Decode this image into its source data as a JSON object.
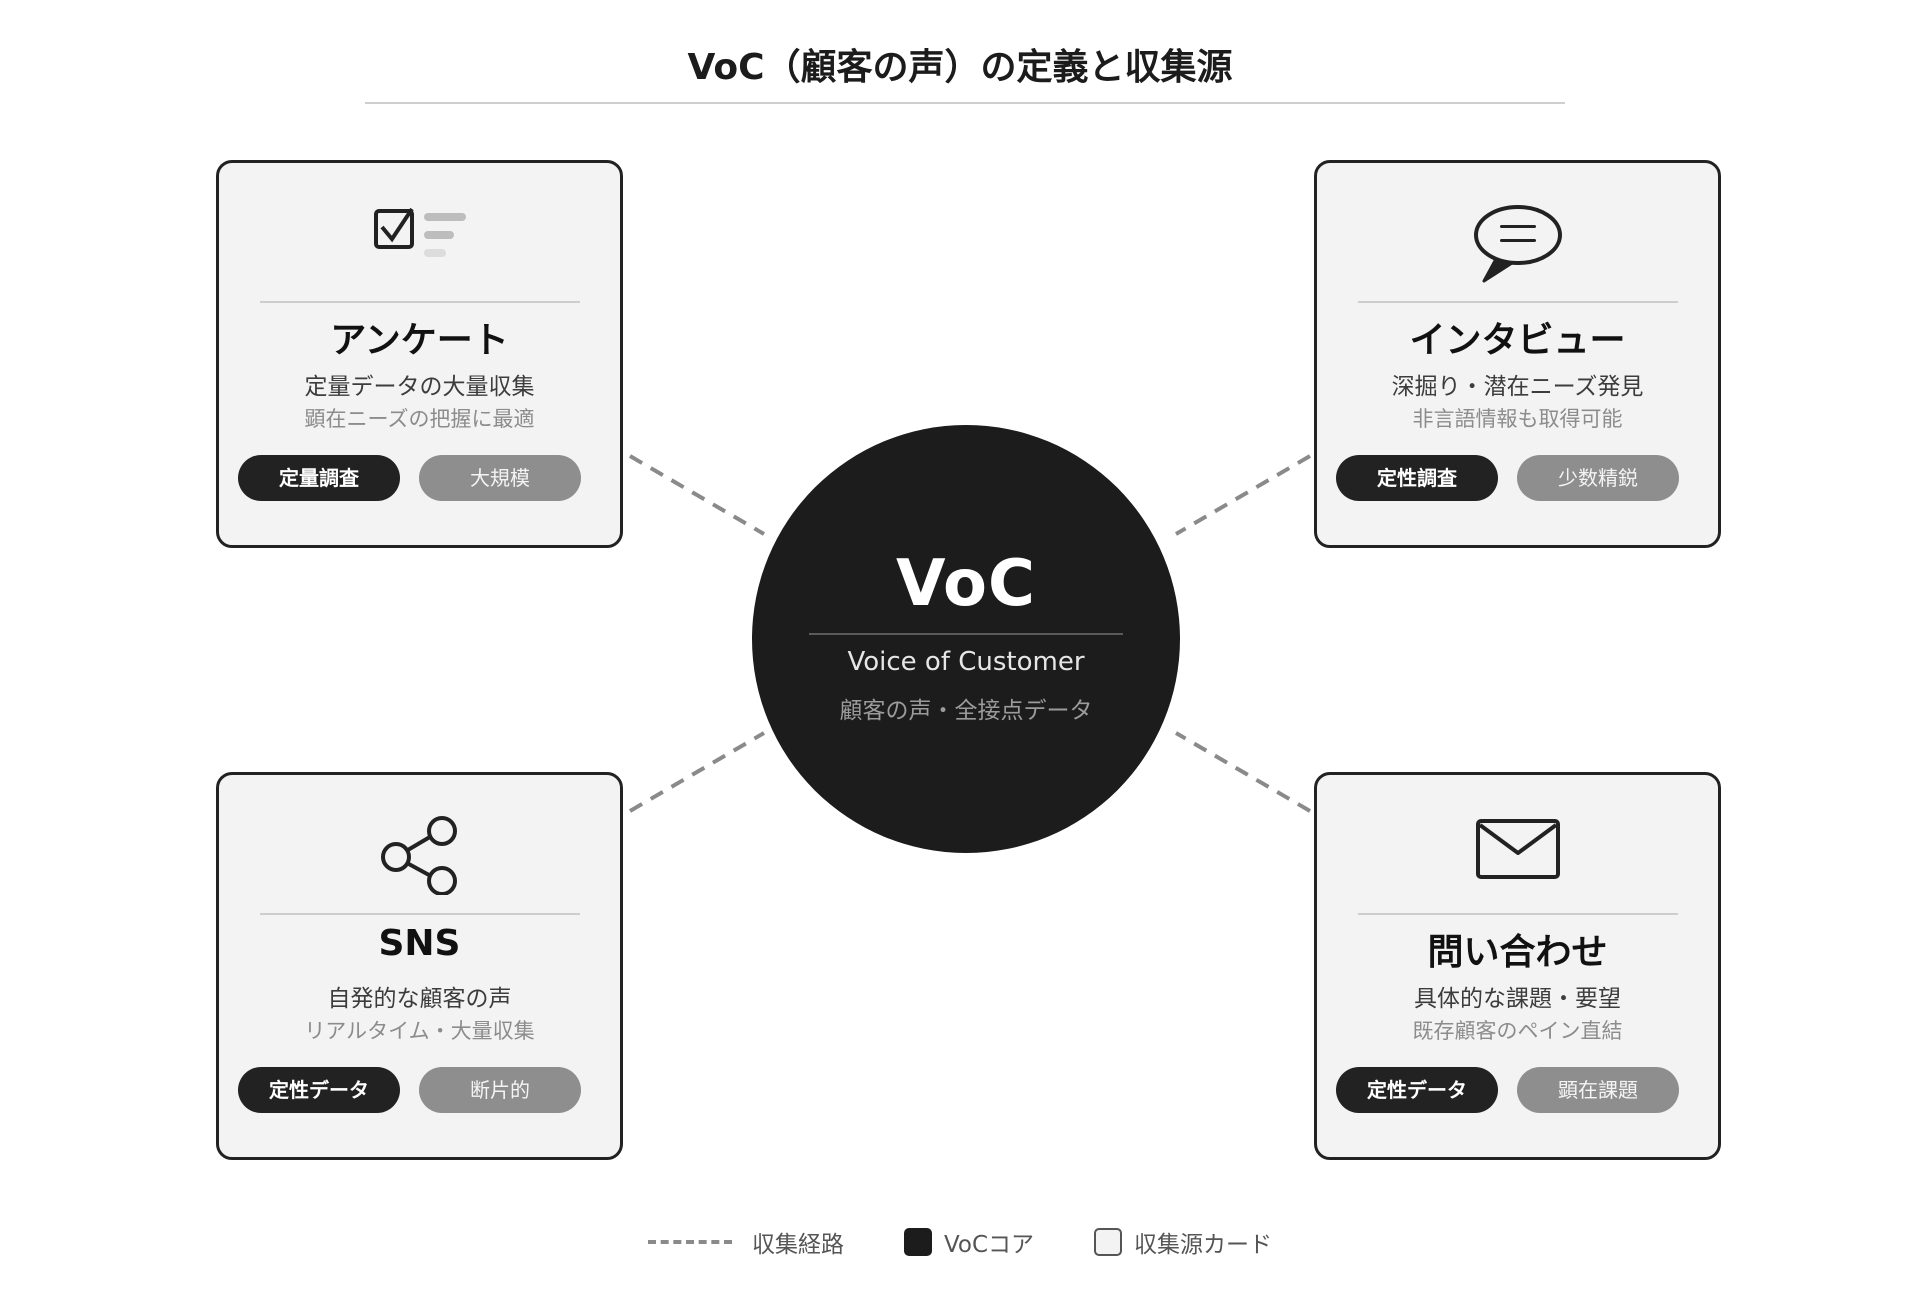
{
  "title": "VoC（顧客の声）の定義と収集源",
  "core": {
    "title": "VoC",
    "subtitle": "Voice of Customer",
    "caption": "顧客の声・全接点データ"
  },
  "cards": [
    {
      "icon": "survey-checklist-icon",
      "name": "アンケート",
      "desc1": "定量データの大量収集",
      "desc2": "顕在ニーズの把握に最適",
      "tag1": "定量調査",
      "tag2": "大規模"
    },
    {
      "icon": "speech-bubble-icon",
      "name": "インタビュー",
      "desc1": "深掘り・潜在ニーズ発見",
      "desc2": "非言語情報も取得可能",
      "tag1": "定性調査",
      "tag2": "少数精鋭"
    },
    {
      "icon": "share-icon",
      "name": "SNS",
      "desc1": "自発的な顧客の声",
      "desc2": "リアルタイム・大量収集",
      "tag1": "定性データ",
      "tag2": "断片的"
    },
    {
      "icon": "envelope-icon",
      "name": "問い合わせ",
      "desc1": "具体的な課題・要望",
      "desc2": "既存顧客のペイン直結",
      "tag1": "定性データ",
      "tag2": "顕在課題"
    }
  ],
  "legend": {
    "path": "収集経路",
    "core": "VoCコア",
    "card": "収集源カード"
  },
  "colors": {
    "dark": "#1c1c1c",
    "card_bg": "#f3f3f3",
    "dash": "#8a8a8a",
    "tag_secondary": "#8e8e8e"
  }
}
